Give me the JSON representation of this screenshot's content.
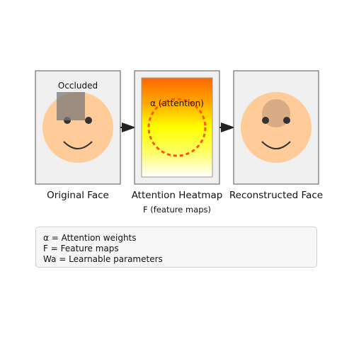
{
  "panels": {
    "original": {
      "caption": "Original Face",
      "overlay_label": "Occluded"
    },
    "attention": {
      "caption": "Attention Heatmap",
      "overlay_label": "α (attention)",
      "sub_caption": "F (feature maps)"
    },
    "reconstructed": {
      "caption": "Reconstructed Face"
    }
  },
  "legend": {
    "lines": [
      "α = Attention weights",
      "F = Feature maps",
      "Wa = Learnable parameters"
    ]
  },
  "colors": {
    "panel_fill": "#f0f0f0",
    "panel_border": "#555555",
    "face_skin": "#ffcc99",
    "eye": "#333333",
    "occlusion": "#8c8275",
    "reconstructed_patch": "#d9ab85",
    "heatmap_top": "#ff6600",
    "heatmap_mid": "#ffff00",
    "heatmap_bottom": "#ffffff",
    "attention_circle": "#ff5500",
    "arrow": "#222222",
    "legend_bg": "#f7f7f7"
  }
}
